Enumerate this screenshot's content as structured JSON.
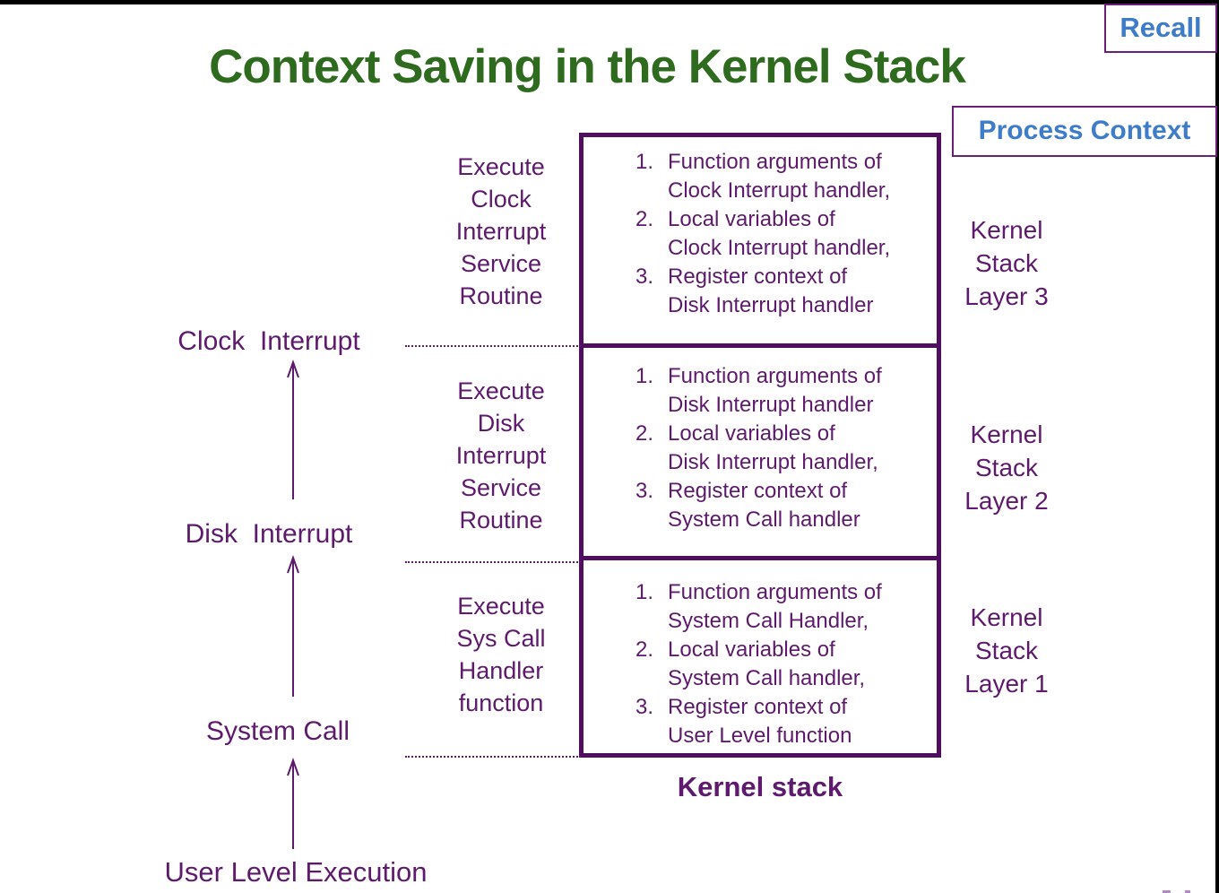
{
  "title": "Context Saving in the Kernel Stack",
  "badges": {
    "recall": "Recall",
    "process_context": "Process Context"
  },
  "left_flow": {
    "clock": "Clock  Interrupt",
    "disk": "Disk  Interrupt",
    "syscall": "System Call",
    "user": "User Level Execution"
  },
  "execute_blocks": [
    {
      "lines": [
        "Execute",
        "Clock",
        "Interrupt",
        "Service",
        "Routine"
      ]
    },
    {
      "lines": [
        "Execute",
        "Disk",
        "Interrupt",
        "Service",
        "Routine"
      ]
    },
    {
      "lines": [
        "Execute",
        "Sys Call",
        "Handler",
        "function"
      ]
    }
  ],
  "kernel_stack": {
    "caption": "Kernel stack",
    "layers": [
      {
        "side_label": [
          "Kernel",
          "Stack",
          "Layer 3"
        ],
        "items": [
          {
            "num": "1.",
            "line1": "Function arguments of",
            "line2": "Clock Interrupt handler,"
          },
          {
            "num": "2.",
            "line1": "Local variables of",
            "line2": "Clock Interrupt handler,"
          },
          {
            "num": "3.",
            "line1": "Register context of",
            "line2": "Disk Interrupt handler"
          }
        ]
      },
      {
        "side_label": [
          "Kernel",
          "Stack",
          "Layer 2"
        ],
        "items": [
          {
            "num": "1.",
            "line1": "Function arguments of",
            "line2": "Disk Interrupt handler"
          },
          {
            "num": "2.",
            "line1": "Local variables of",
            "line2": "Disk Interrupt handler,"
          },
          {
            "num": "3.",
            "line1": "Register context of",
            "line2": "System Call handler"
          }
        ]
      },
      {
        "side_label": [
          "Kernel",
          "Stack",
          "Layer 1"
        ],
        "items": [
          {
            "num": "1.",
            "line1": "Function arguments of",
            "line2": "System Call Handler,"
          },
          {
            "num": "2.",
            "line1": "Local variables of",
            "line2": "System Call handler,"
          },
          {
            "num": "3.",
            "line1": "Register context of",
            "line2": "User Level function"
          }
        ]
      }
    ]
  },
  "colors": {
    "title_green": "#2e6b1e",
    "purple_text": "#5e1a6c",
    "purple_border": "#4f0e5e",
    "badge_blue": "#3e7cc8",
    "badge_border": "#6b2078",
    "frame_black": "#000000"
  }
}
